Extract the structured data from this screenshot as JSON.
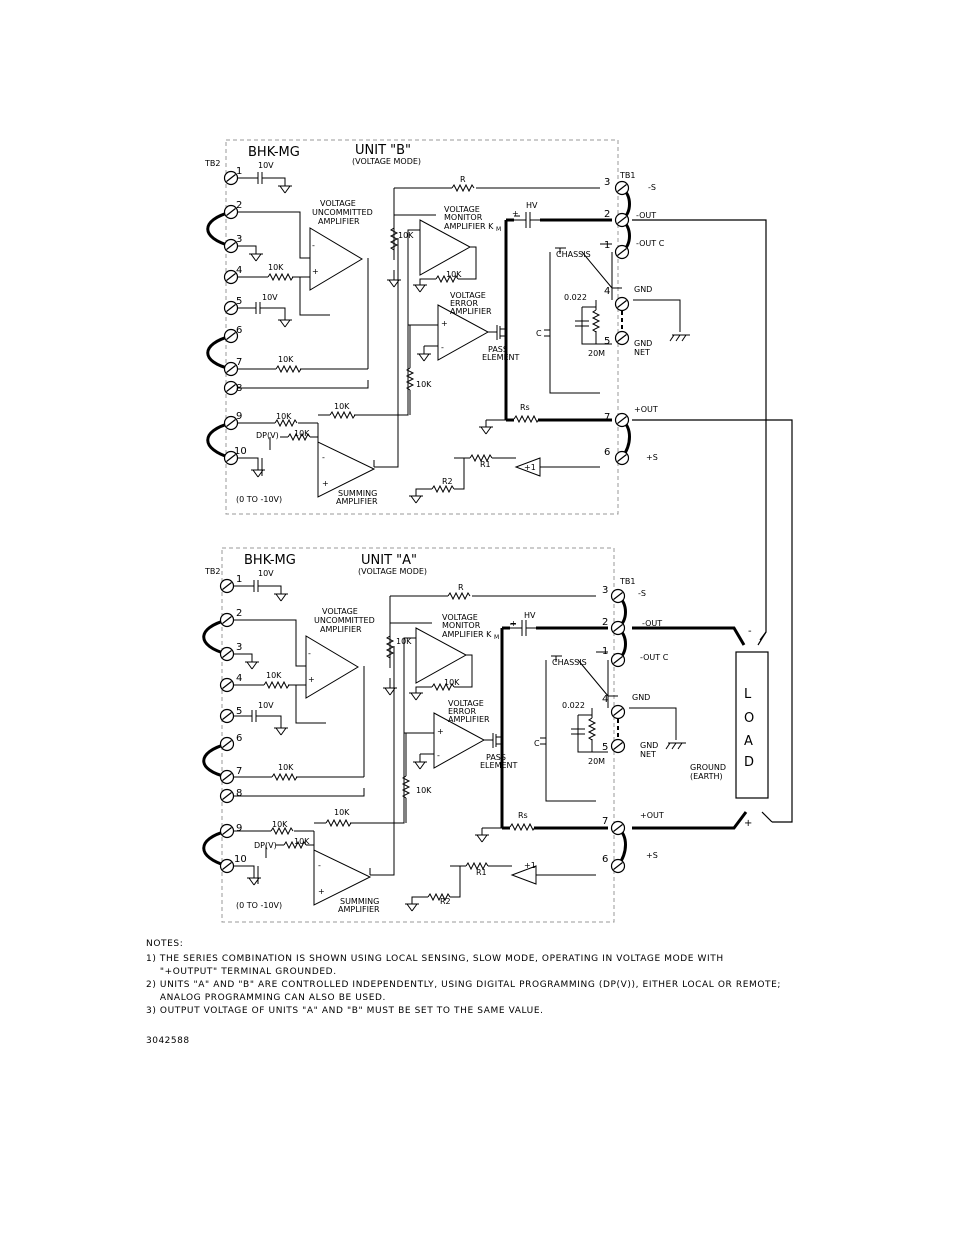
{
  "unit_b": {
    "model": "BHK-MG",
    "title": "UNIT \"B\"",
    "mode": "(VOLTAGE MODE)"
  },
  "unit_a": {
    "model": "BHK-MG",
    "title": "UNIT \"A\"",
    "mode": "(VOLTAGE MODE)"
  },
  "labels": {
    "tb2": "TB2",
    "tb1": "TB1",
    "ref_10v": "10V",
    "voltage_uncommitted_amp": [
      "VOLTAGE",
      "UNCOMMITTED",
      "AMPLIFIER"
    ],
    "voltage_monitor_amp": [
      "VOLTAGE",
      "MONITOR",
      "AMPLIFIER K"
    ],
    "km_sub": "M",
    "voltage_error_amp": [
      "VOLTAGE",
      "ERROR",
      "AMPLIFIER"
    ],
    "pass_element": [
      "PASS",
      "ELEMENT"
    ],
    "summing_amp": [
      "SUMMING",
      "AMPLIFIER"
    ],
    "chassis": "CHASSIS",
    "r": "R",
    "r1": "R1",
    "r2": "R2",
    "rs": "Rs",
    "c": "C",
    "hv": "HV",
    "res_10k": "10K",
    "cap_0022": "0.022",
    "res_20m": "20M",
    "dp_v": "DP(V)",
    "range": "(0 TO -10V)",
    "plus1": "+1",
    "minus_s": "-S",
    "minus_out": "-OUT",
    "minus_out_c": "-OUT C",
    "gnd": "GND",
    "gnd_net": [
      "GND",
      "NET"
    ],
    "plus_out": "+OUT",
    "plus_s": "+S",
    "ground_earth": [
      "GROUND",
      "(EARTH)"
    ],
    "load": [
      "L",
      "O",
      "A",
      "D"
    ],
    "minus_sign": "-",
    "plus_sign": "+",
    "tb2_nums": [
      "1",
      "2",
      "3",
      "4",
      "5",
      "6",
      "7",
      "8",
      "9",
      "10"
    ],
    "tb1_nums": [
      "3",
      "2",
      "1",
      "4",
      "5",
      "7",
      "6"
    ]
  },
  "notes": {
    "heading": "NOTES:",
    "lines": [
      "1) THE SERIES COMBINATION IS SHOWN USING LOCAL SENSING, SLOW MODE, OPERATING IN VOLTAGE MODE WITH",
      "    \"+OUTPUT\" TERMINAL GROUNDED.",
      "2) UNITS \"A\" AND \"B\" ARE CONTROLLED INDEPENDENTLY, USING DIGITAL PROGRAMMING (DP(V)), EITHER LOCAL OR REMOTE;",
      "    ANALOG PROGRAMMING CAN ALSO BE USED.",
      "3) OUTPUT VOLTAGE OF UNITS \"A\" AND \"B\" MUST BE SET TO THE SAME VALUE."
    ]
  },
  "document_number": "3042588"
}
